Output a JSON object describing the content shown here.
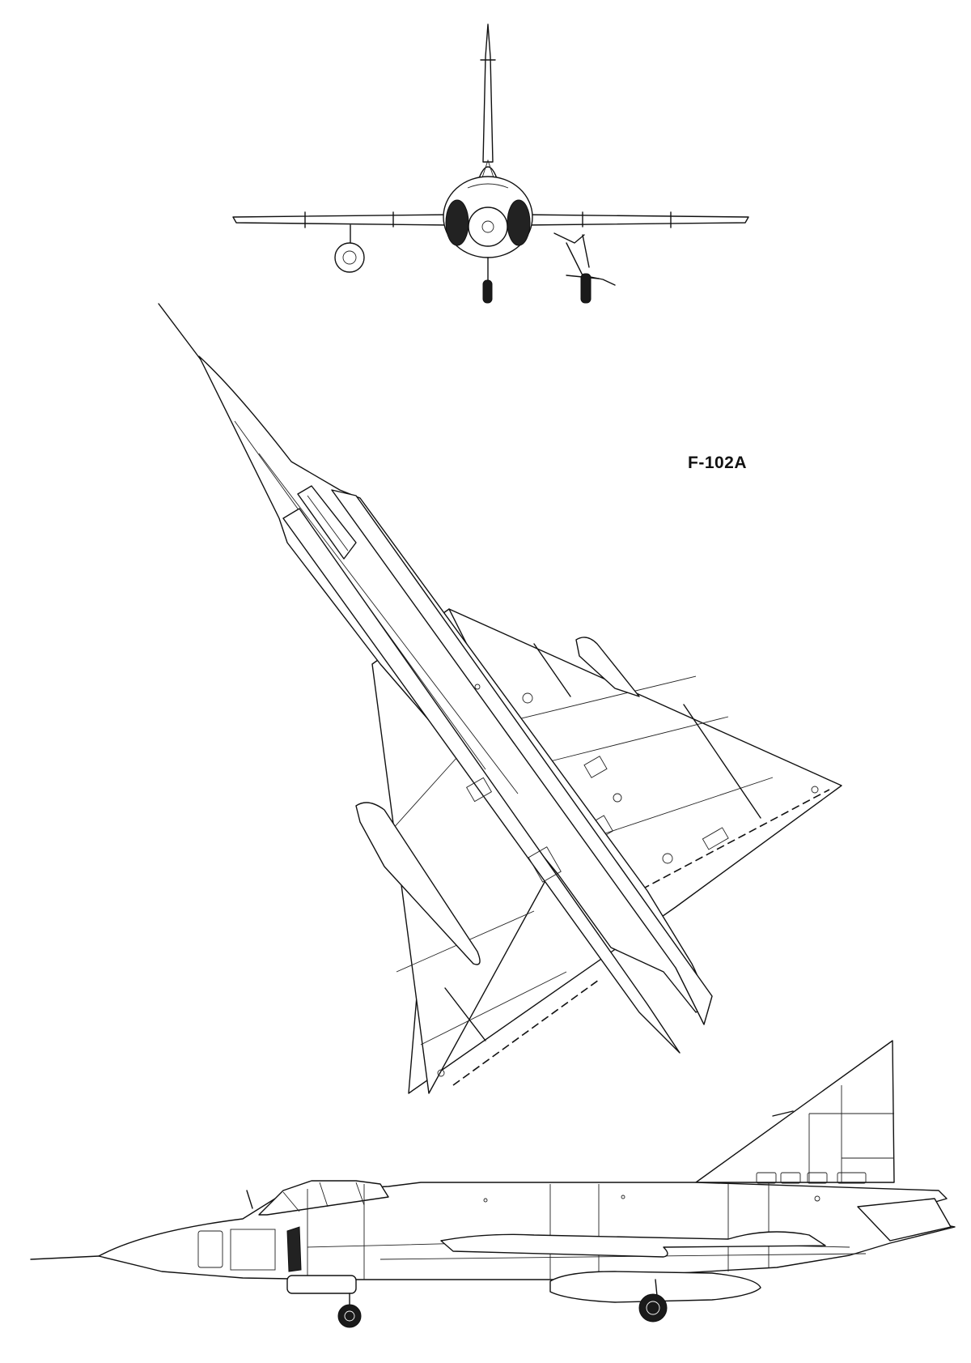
{
  "designation": "F-102A",
  "views": [
    "front-view",
    "top-view",
    "side-view"
  ]
}
